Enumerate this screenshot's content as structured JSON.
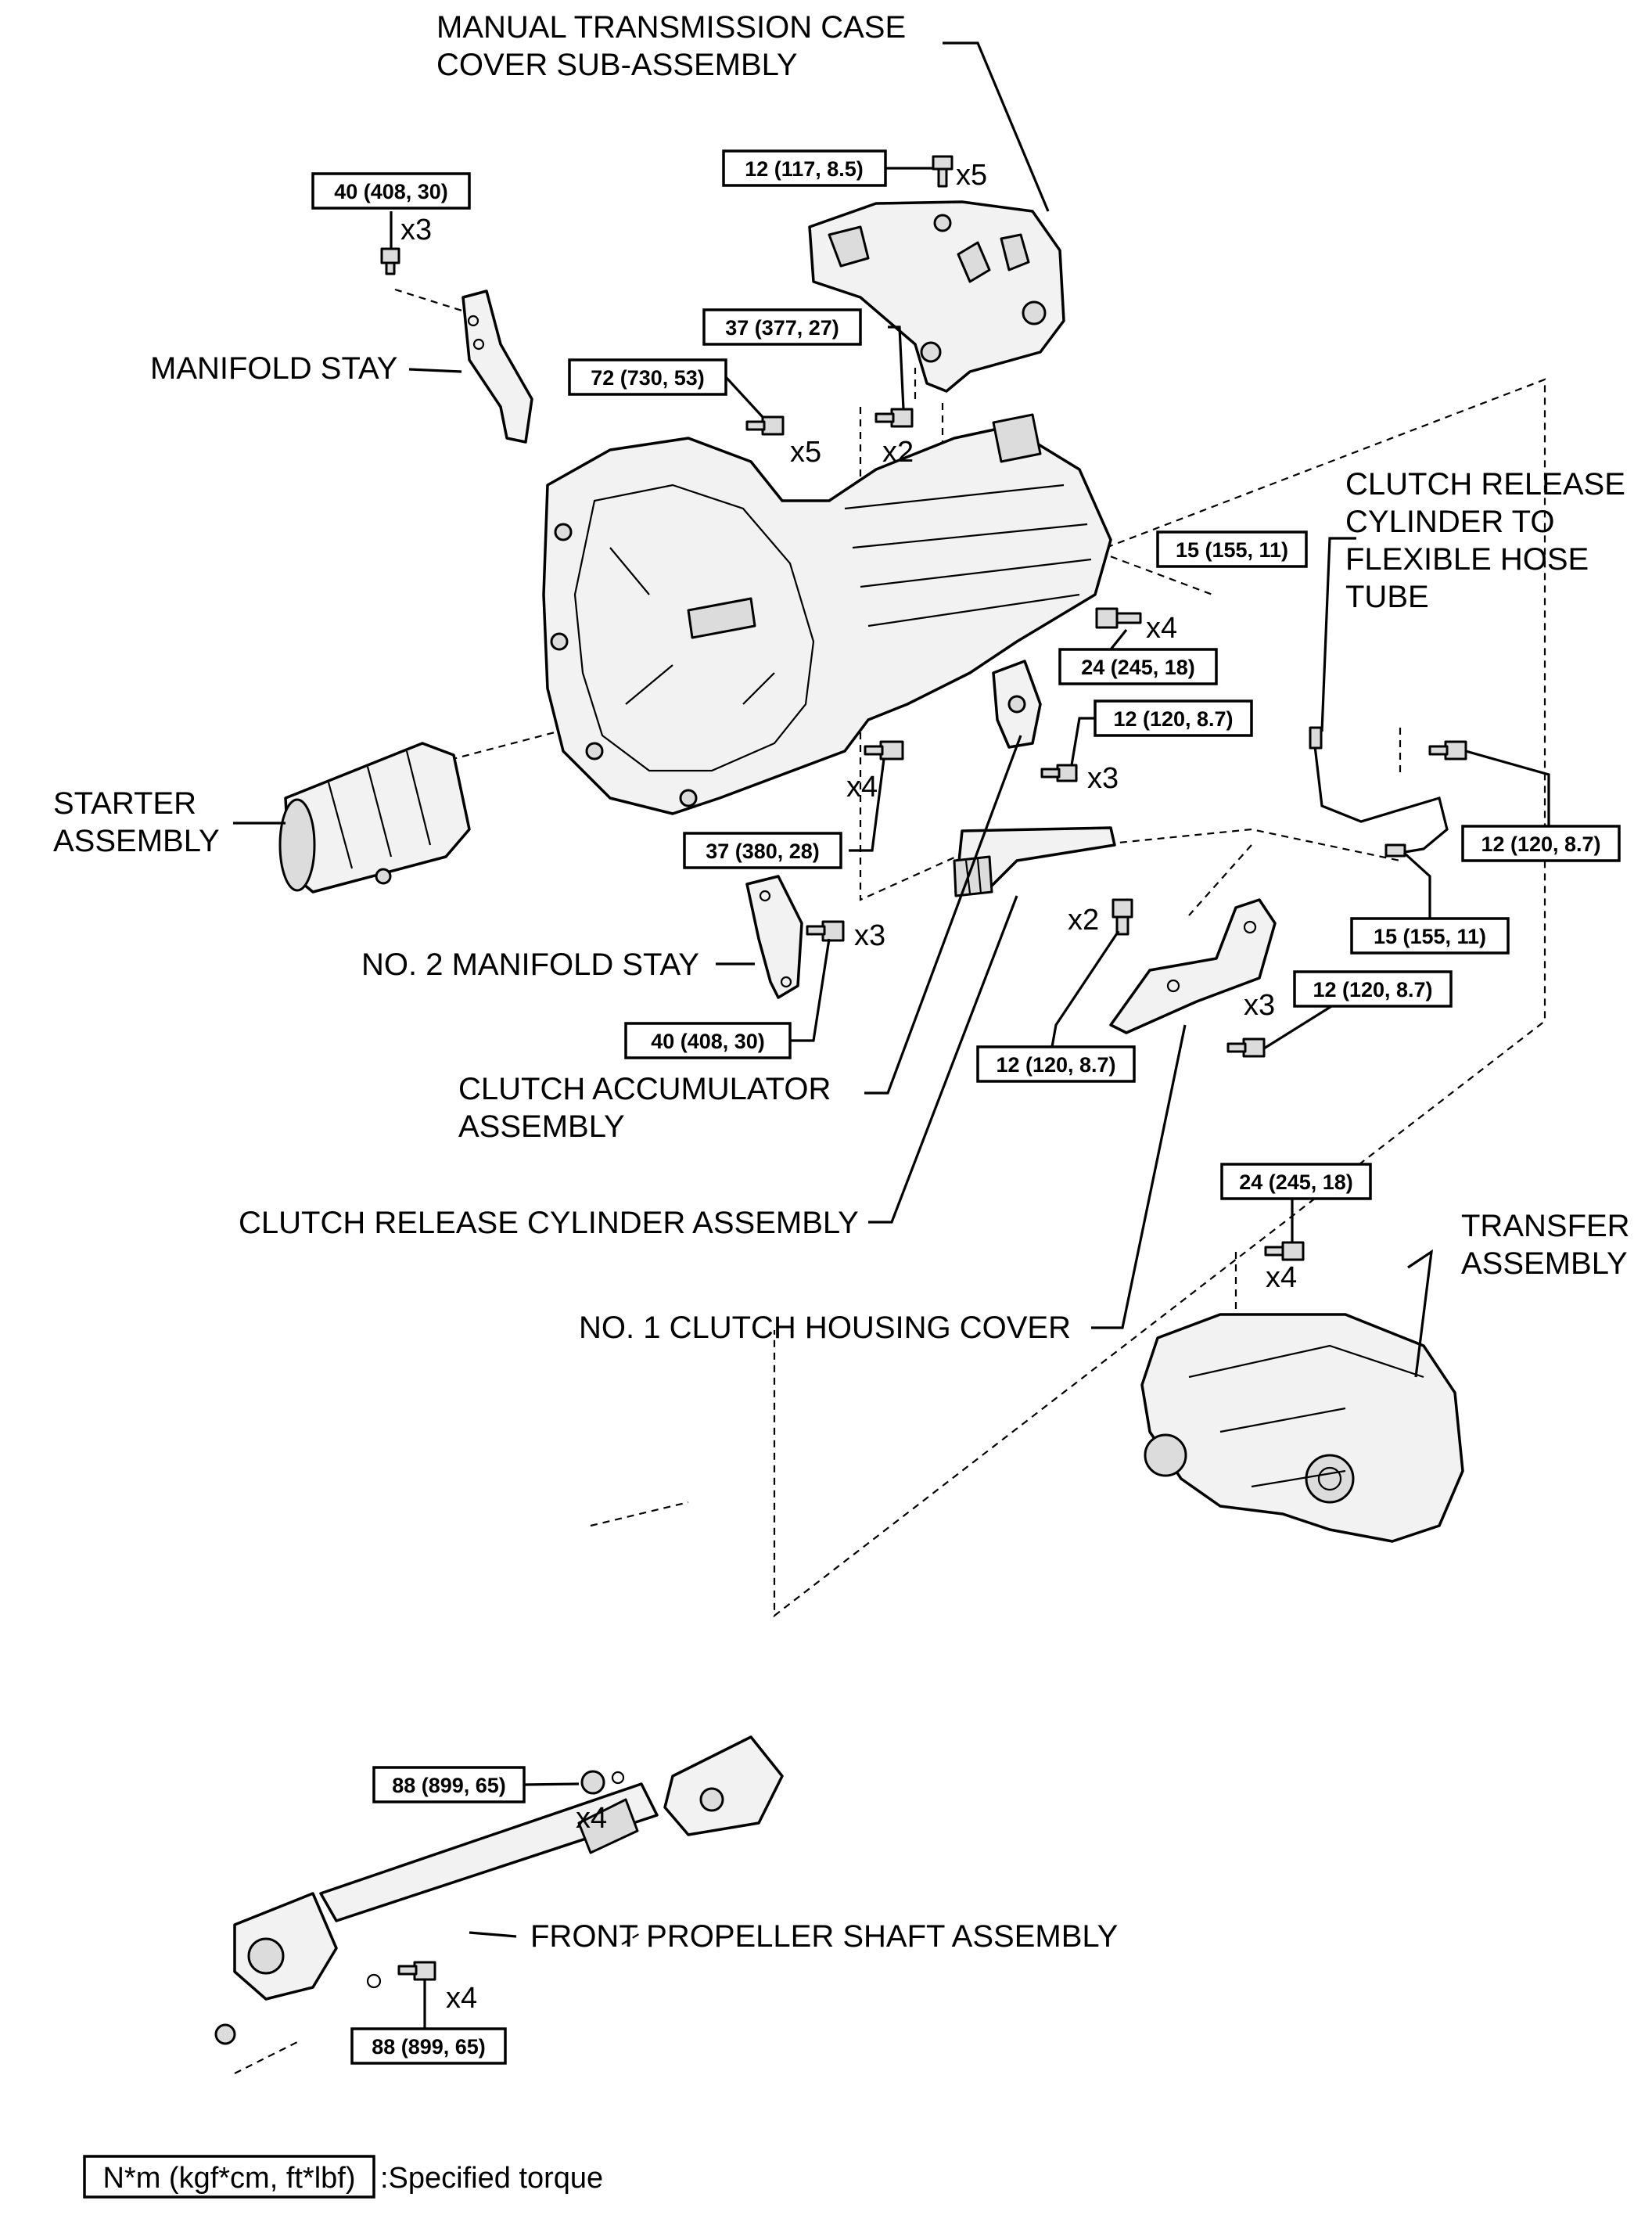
{
  "labels": {
    "case_cover": [
      "MANUAL TRANSMISSION CASE",
      "COVER SUB-ASSEMBLY"
    ],
    "manifold_stay": "MANIFOLD STAY",
    "clutch_release_tube": [
      "CLUTCH RELEASE",
      "CYLINDER TO",
      "FLEXIBLE HOSE",
      "TUBE"
    ],
    "starter": [
      "STARTER",
      "ASSEMBLY"
    ],
    "no2_manifold_stay": "NO. 2 MANIFOLD STAY",
    "clutch_accumulator": [
      "CLUTCH ACCUMULATOR",
      "ASSEMBLY"
    ],
    "clutch_release_cylinder": "CLUTCH RELEASE CYLINDER ASSEMBLY",
    "no1_clutch_housing_cover": "NO. 1 CLUTCH HOUSING COVER",
    "transfer": [
      "TRANSFER",
      "ASSEMBLY"
    ],
    "front_propeller_shaft": "FRONT PROPELLER SHAFT ASSEMBLY"
  },
  "torques": {
    "t_case_cover": "12 (117, 8.5)",
    "t_manifold_stay": "40 (408, 30)",
    "t_37_377": "37 (377, 27)",
    "t_72": "72 (730, 53)",
    "t_tube_top": "15 (155, 11)",
    "t_24_side": "24 (245, 18)",
    "t_accumulator": "12 (120, 8.7)",
    "t_37_380": "37 (380, 28)",
    "t_bracket_right": "12 (120, 8.7)",
    "t_tube_bottom": "15 (155, 11)",
    "t_cover_right": "12 (120, 8.7)",
    "t_no2_stay": "40 (408, 30)",
    "t_release_cyl": "12 (120, 8.7)",
    "t_transfer": "24 (245, 18)",
    "t_shaft_top": "88 (899, 65)",
    "t_shaft_bottom": "88 (899, 65)"
  },
  "quantities": {
    "q_case_cover": "x5",
    "q_manifold_stay": "x3",
    "q_72": "x5",
    "q_37_377": "x2",
    "q_24_side": "x4",
    "q_accumulator": "x3",
    "q_37_380": "x4",
    "q_no2_stay": "x3",
    "q_release_cyl": "x2",
    "q_cover_right": "x3",
    "q_transfer": "x4",
    "q_shaft_top": "x4",
    "q_shaft_bottom": "x4"
  },
  "legend": {
    "unit_box": "N*m (kgf*cm, ft*lbf)",
    "text": ":Specified torque"
  }
}
